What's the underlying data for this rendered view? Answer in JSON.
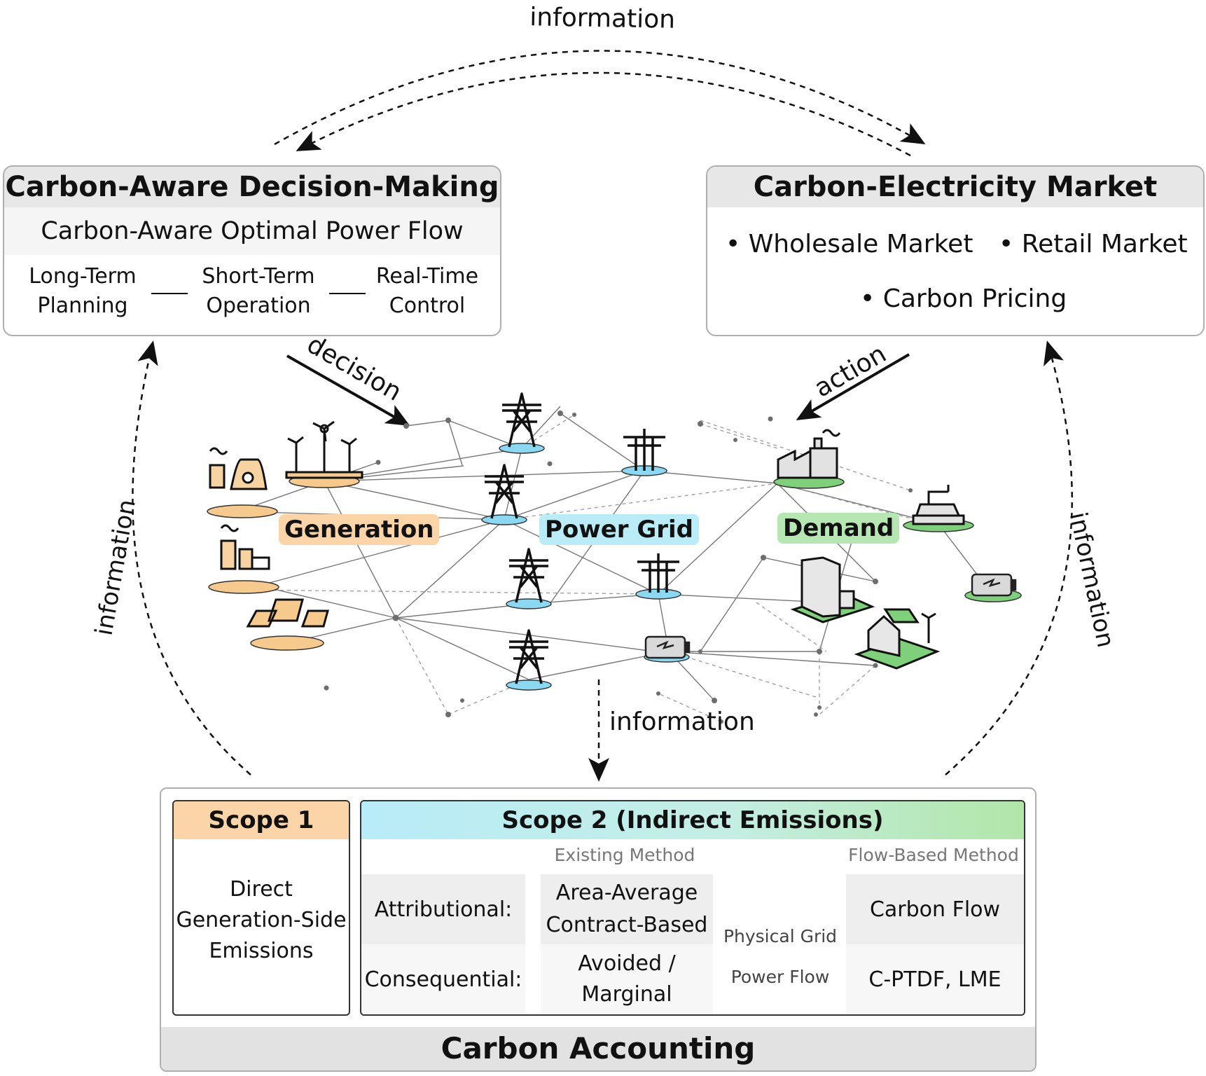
{
  "flow_labels": {
    "top": "information",
    "left": "information",
    "right": "information",
    "bottom": "information",
    "decision": "decision",
    "action": "action"
  },
  "decision_box": {
    "title": "Carbon-Aware Decision-Making",
    "subtitle": "Carbon-Aware Optimal Power Flow",
    "stages": [
      {
        "line1": "Long-Term",
        "line2": "Planning"
      },
      {
        "line1": "Short-Term",
        "line2": "Operation"
      },
      {
        "line1": "Real-Time",
        "line2": "Control"
      }
    ]
  },
  "market_box": {
    "title": "Carbon-Electricity Market",
    "items": [
      "Wholesale Market",
      "Retail Market",
      "Carbon Pricing"
    ]
  },
  "network": {
    "generation_label": "Generation",
    "grid_label": "Power Grid",
    "demand_label": "Demand",
    "colors": {
      "generation": "#fbd5a8",
      "grid": "#b9ecf7",
      "demand": "#b6e7b3"
    }
  },
  "accounting": {
    "title": "Carbon Accounting",
    "scope1": {
      "title": "Scope 1",
      "text": [
        "Direct",
        "Generation-Side",
        "Emissions"
      ]
    },
    "scope2": {
      "title": "Scope 2 (Indirect Emissions)",
      "existing_header": "Existing Method",
      "flow_header": "Flow-Based Method",
      "rows": [
        {
          "label": "Attributional:",
          "existing": [
            "Area-Average",
            "Contract-Based"
          ],
          "flow": "Carbon Flow"
        },
        {
          "label": "Consequential:",
          "existing": [
            "Avoided /",
            "Marginal"
          ],
          "flow": "C-PTDF, LME"
        }
      ],
      "arrow_top": "Physical Grid",
      "arrow_bottom": "Power Flow"
    }
  }
}
